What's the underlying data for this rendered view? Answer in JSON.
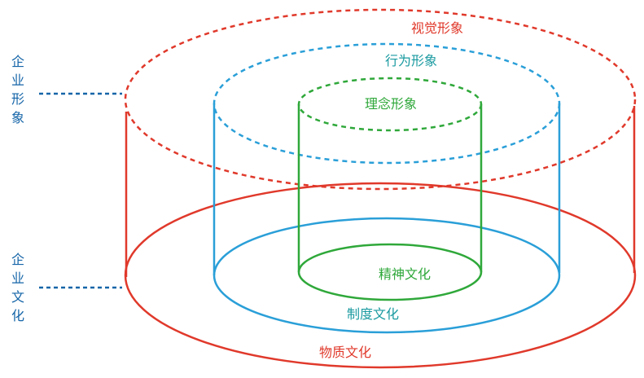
{
  "colors": {
    "red": "#e0392b",
    "blue": "#2a9fd8",
    "green": "#2fa83a",
    "navy": "#1565a8",
    "teal": "#1a9aa0"
  },
  "labels": {
    "visual_image": "视觉形象",
    "behavior_image": "行为形象",
    "concept_image": "理念形象",
    "spiritual_culture": "精神文化",
    "institutional_culture": "制度文化",
    "material_culture": "物质文化"
  },
  "side": {
    "corporate_image": [
      "企",
      "业",
      "形",
      "象"
    ],
    "corporate_culture": [
      "企",
      "业",
      "文",
      "化"
    ]
  }
}
